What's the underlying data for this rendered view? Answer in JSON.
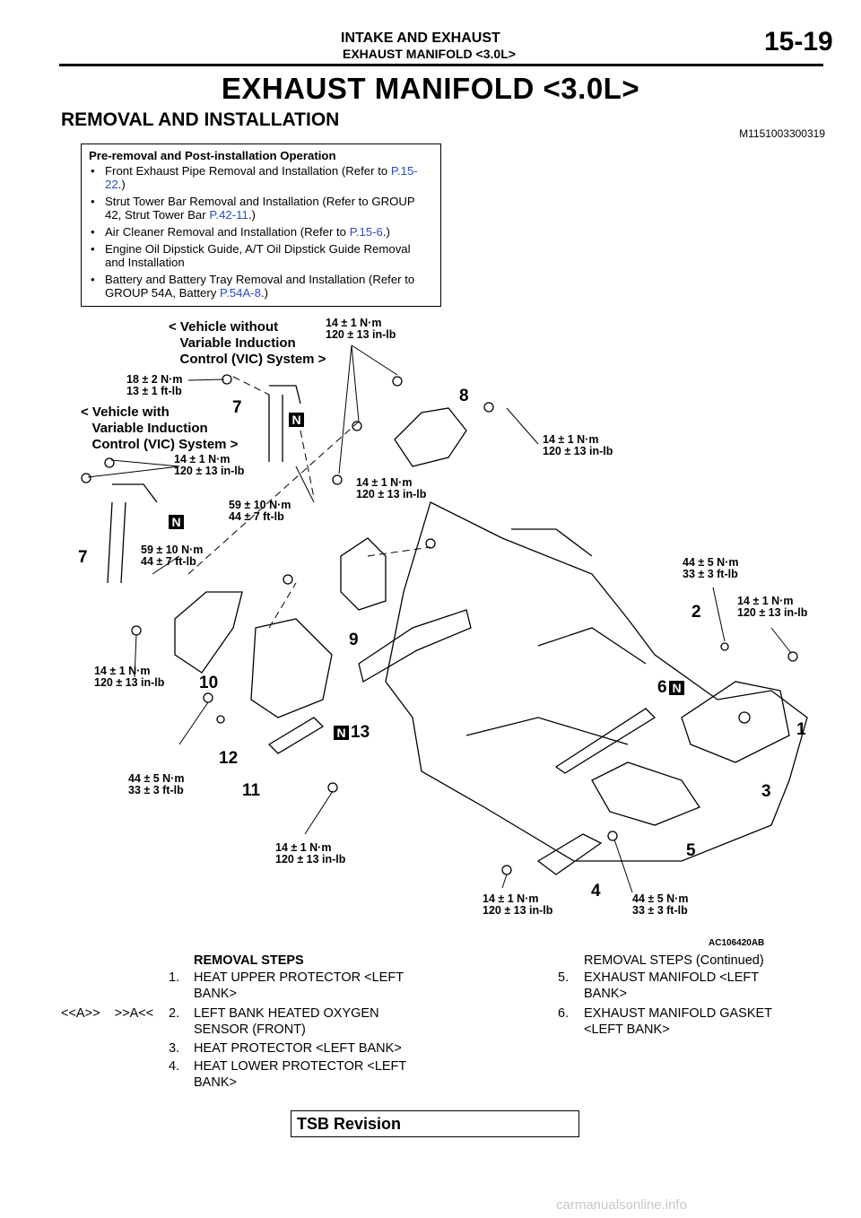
{
  "header": {
    "group": "INTAKE AND EXHAUST",
    "subsection": "EXHAUST MANIFOLD <3.0L>",
    "page": "15-19"
  },
  "title": "EXHAUST MANIFOLD <3.0L>",
  "section": "REMOVAL AND INSTALLATION",
  "doc_id": "M1151003300319",
  "pre_removal": {
    "title": "Pre-removal and Post-installation Operation",
    "bullet": "•",
    "items": [
      {
        "text": "Front Exhaust Pipe Removal and Installation (Refer to",
        "ref": "P.15-22",
        "tail": ".)"
      },
      {
        "text": "Strut Tower Bar Removal and Installation (Refer to GROUP 42, Strut Tower Bar",
        "ref": "P.42-11",
        "tail": ".)"
      },
      {
        "text": "Air Cleaner Removal and Installation (Refer to",
        "ref": "P.15-6",
        "tail": ".)"
      },
      {
        "text": "Engine Oil Dipstick Guide, A/T Oil Dipstick Guide Removal and Installation",
        "ref": "",
        "tail": ""
      },
      {
        "text": "Battery and Battery Tray Removal and Installation (Refer to GROUP 54A, Battery",
        "ref": "P.54A-8",
        "tail": ".)"
      }
    ]
  },
  "diagram": {
    "variant_without": "< Vehicle without\n   Variable Induction\n   Control (VIC) System >",
    "variant_with": "< Vehicle with\n   Variable Induction\n   Control (VIC) System >",
    "torques": [
      "14 ± 1 N·m\n120 ± 13 in-lb",
      "18 ± 2 N·m\n13 ± 1 ft-lb",
      "14 ± 1 N·m\n120 ± 13 in-lb",
      "14 ± 1 N·m\n120 ± 13 in-lb",
      "14 ± 1 N·m\n120 ± 13 in-lb",
      "59 ± 10 N·m\n44 ± 7 ft-lb",
      "59 ± 10 N·m\n44 ± 7 ft-lb",
      "44 ± 5 N·m\n33 ± 3 ft-lb",
      "14 ± 1 N·m\n120 ± 13 in-lb",
      "14 ± 1 N·m\n120 ± 13 in-lb",
      "44 ± 5 N·m\n33 ± 3 ft-lb",
      "14 ± 1 N·m\n120 ± 13 in-lb",
      "14 ± 1 N·m\n120 ± 13 in-lb",
      "44 ± 5 N·m\n33 ± 3 ft-lb"
    ],
    "callouts": [
      "7",
      "8",
      "7",
      "9",
      "10",
      "12",
      "11",
      "13",
      "2",
      "6",
      "1",
      "3",
      "5",
      "4"
    ],
    "new_mark": "N",
    "code": "AC106420AB"
  },
  "removal_steps": {
    "heading": "REMOVAL STEPS",
    "heading_cont": "REMOVAL STEPS (Continued)",
    "service_marks": "<<A>>    >>A<<",
    "left": [
      {
        "n": "1.",
        "text": "HEAT UPPER PROTECTOR <LEFT\nBANK>"
      },
      {
        "n": "2.",
        "text": "LEFT BANK HEATED OXYGEN\nSENSOR (FRONT)"
      },
      {
        "n": "3.",
        "text": "HEAT PROTECTOR <LEFT BANK>"
      },
      {
        "n": "4.",
        "text": "HEAT LOWER PROTECTOR <LEFT\nBANK>"
      }
    ],
    "right": [
      {
        "n": "5.",
        "text": "EXHAUST MANIFOLD <LEFT\nBANK>"
      },
      {
        "n": "6.",
        "text": "EXHAUST MANIFOLD GASKET\n<LEFT BANK>"
      }
    ]
  },
  "footer": {
    "tsb": "TSB Revision",
    "watermark": "carmanualsonline.info"
  }
}
